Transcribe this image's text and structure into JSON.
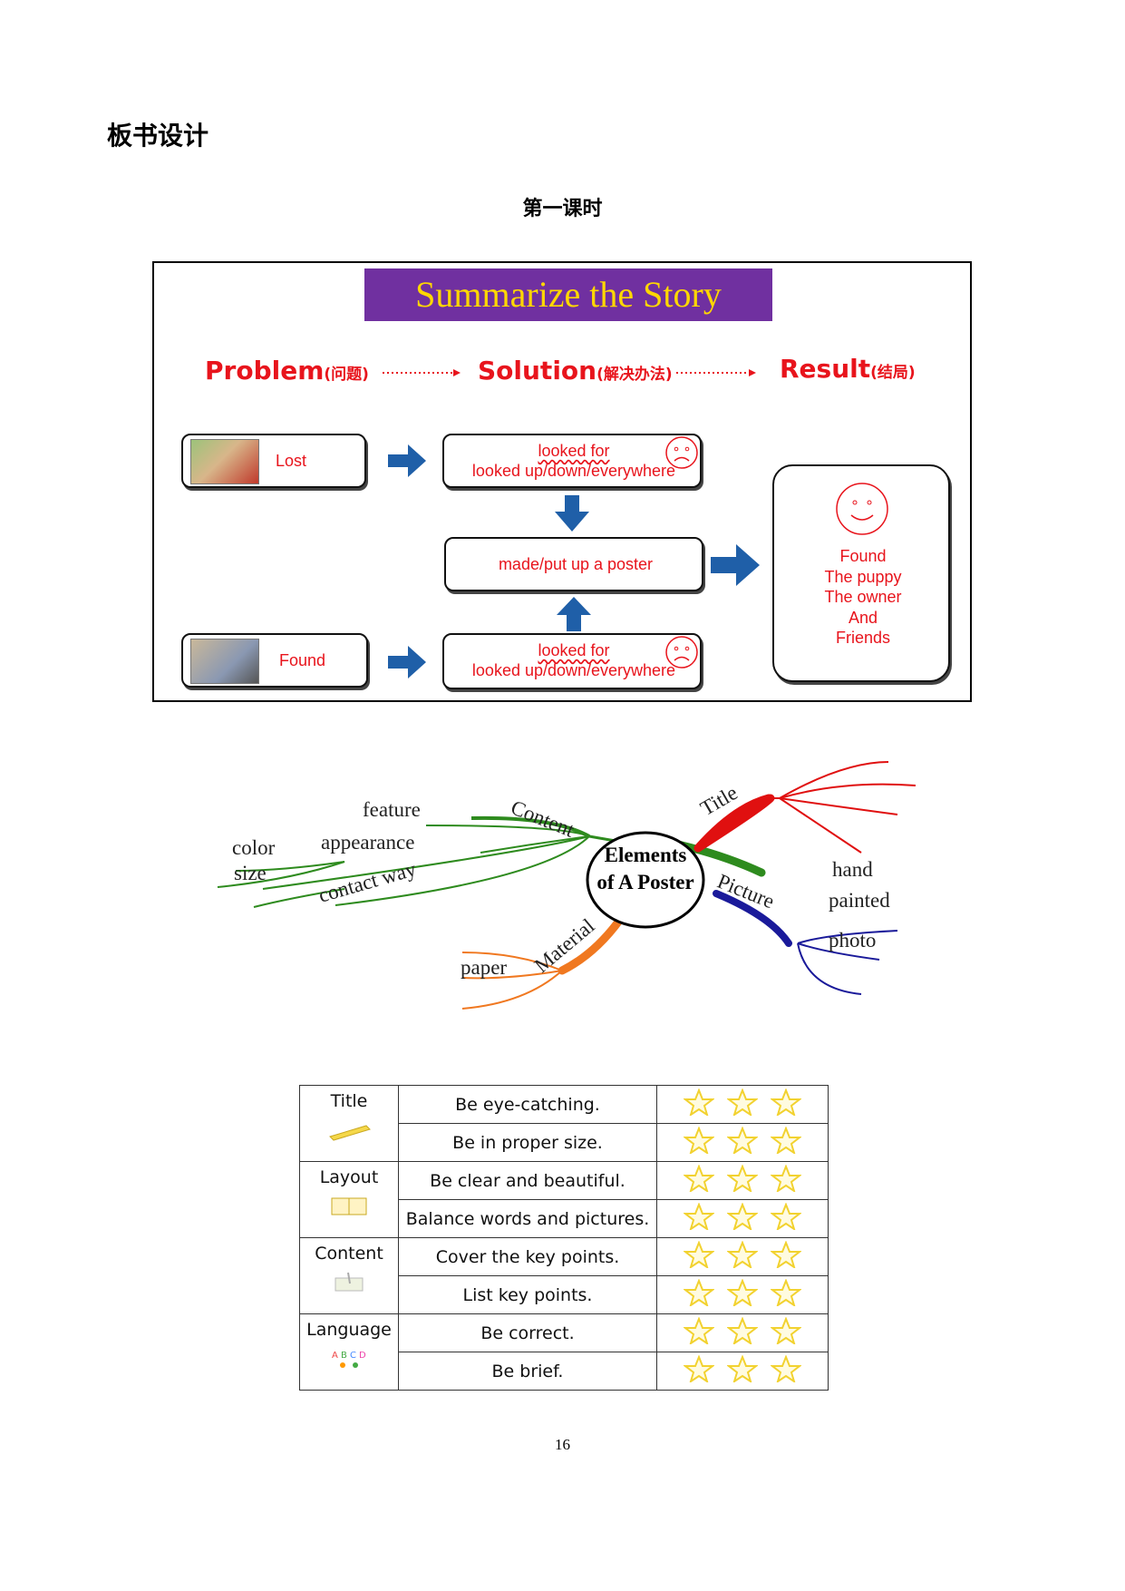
{
  "section_heading": "板书设计",
  "lesson_title": "第一课时",
  "story": {
    "banner": "Summarize the Story",
    "problem": "Problem",
    "problem_cn": "(问题)",
    "solution": "Solution",
    "solution_cn": "(解决办法)",
    "result": "Result",
    "result_cn": "(结局)",
    "lost": "Lost",
    "found": "Found",
    "looked_for": "looked for",
    "looked_everywhere": "looked up/down/everywhere",
    "poster": "made/put up a poster",
    "result_lines": [
      "Found",
      "The puppy",
      "The owner",
      "And",
      "Friends"
    ]
  },
  "mindmap": {
    "center_line1": "Elements",
    "center_line2": "of A Poster",
    "content": "Content",
    "feature": "feature",
    "appearance": "appearance",
    "contact_way": "contact way",
    "color": "color",
    "size": "size",
    "title": "Title",
    "picture": "Picture",
    "hand": "hand",
    "painted": "painted",
    "photo": "photo",
    "material": "Material",
    "paper": "paper"
  },
  "rubric": {
    "rows": [
      {
        "category": "Title",
        "criteria": [
          "Be eye-catching.",
          "Be in proper size."
        ]
      },
      {
        "category": "Layout",
        "criteria": [
          "Be clear and beautiful.",
          "Balance words and pictures."
        ]
      },
      {
        "category": "Content",
        "criteria": [
          "Cover the key points.",
          "List key points."
        ]
      },
      {
        "category": "Language",
        "criteria": [
          "Be correct.",
          "Be brief."
        ]
      }
    ],
    "stars_per_row": 3
  },
  "page_number": "16",
  "colors": {
    "banner_bg": "#7030a0",
    "banner_text": "#ffd700",
    "red": "#e8141c",
    "arrow_blue": "#1f5fa8",
    "content_branch": "#2e8b1e",
    "title_branch": "#e01010",
    "picture_branch": "#1a1a9a",
    "material_branch": "#f07820",
    "star": "#f2d230"
  }
}
